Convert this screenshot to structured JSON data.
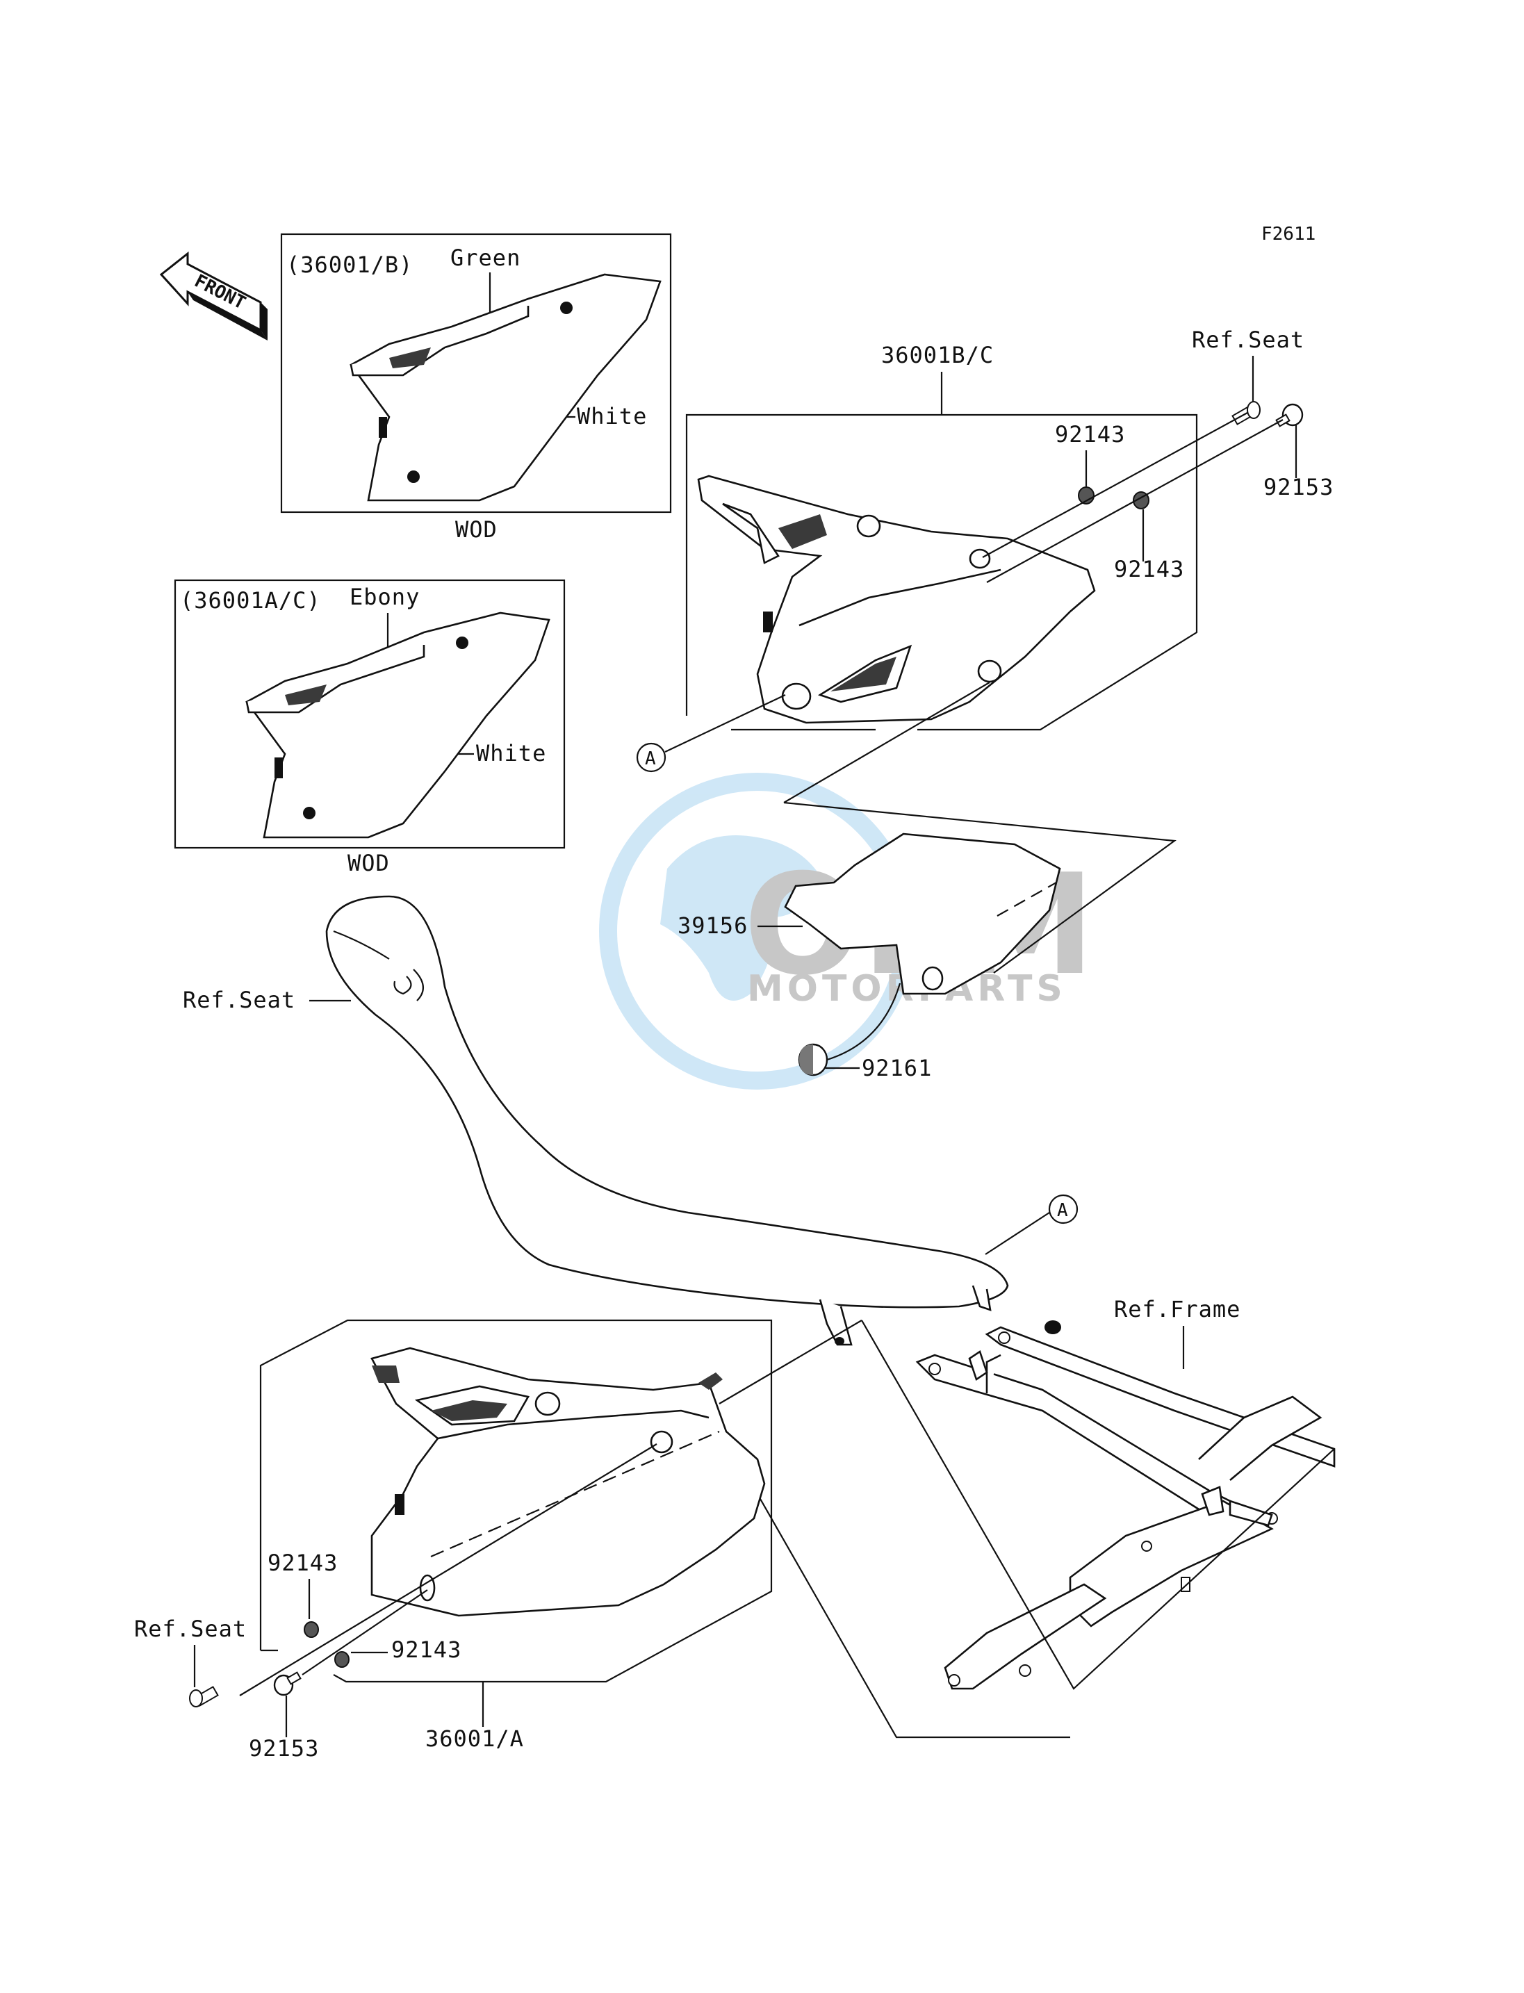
{
  "figure_id": "F2611",
  "front_label": "FRONT",
  "colors": {
    "line": "#111111",
    "watermark_blue": "#a8d4f0",
    "watermark_gray": "#9a9a9a"
  },
  "watermark": {
    "main": "OEM",
    "sub": "MOTORPARTS"
  },
  "inset_b": {
    "code": "(36001/B)",
    "color_top": "Green",
    "color_body": "White",
    "variant": "WOD"
  },
  "inset_a": {
    "code": "(36001A/C)",
    "color_top": "Ebony",
    "color_body": "White",
    "variant": "WOD"
  },
  "callouts": {
    "assy_bc": "36001B/C",
    "assy_a": "36001/A",
    "ref_seat_top": "Ref.Seat",
    "ref_seat_mid": "Ref.Seat",
    "ref_seat_bottom": "Ref.Seat",
    "ref_frame": "Ref.Frame",
    "p92143_a": "92143",
    "p92143_b": "92143",
    "p92143_c": "92143",
    "p92143_d": "92143",
    "p92153_top": "92153",
    "p92153_bottom": "92153",
    "p39156": "39156",
    "p92161": "92161",
    "ref_a_1": "A",
    "ref_a_2": "A"
  }
}
